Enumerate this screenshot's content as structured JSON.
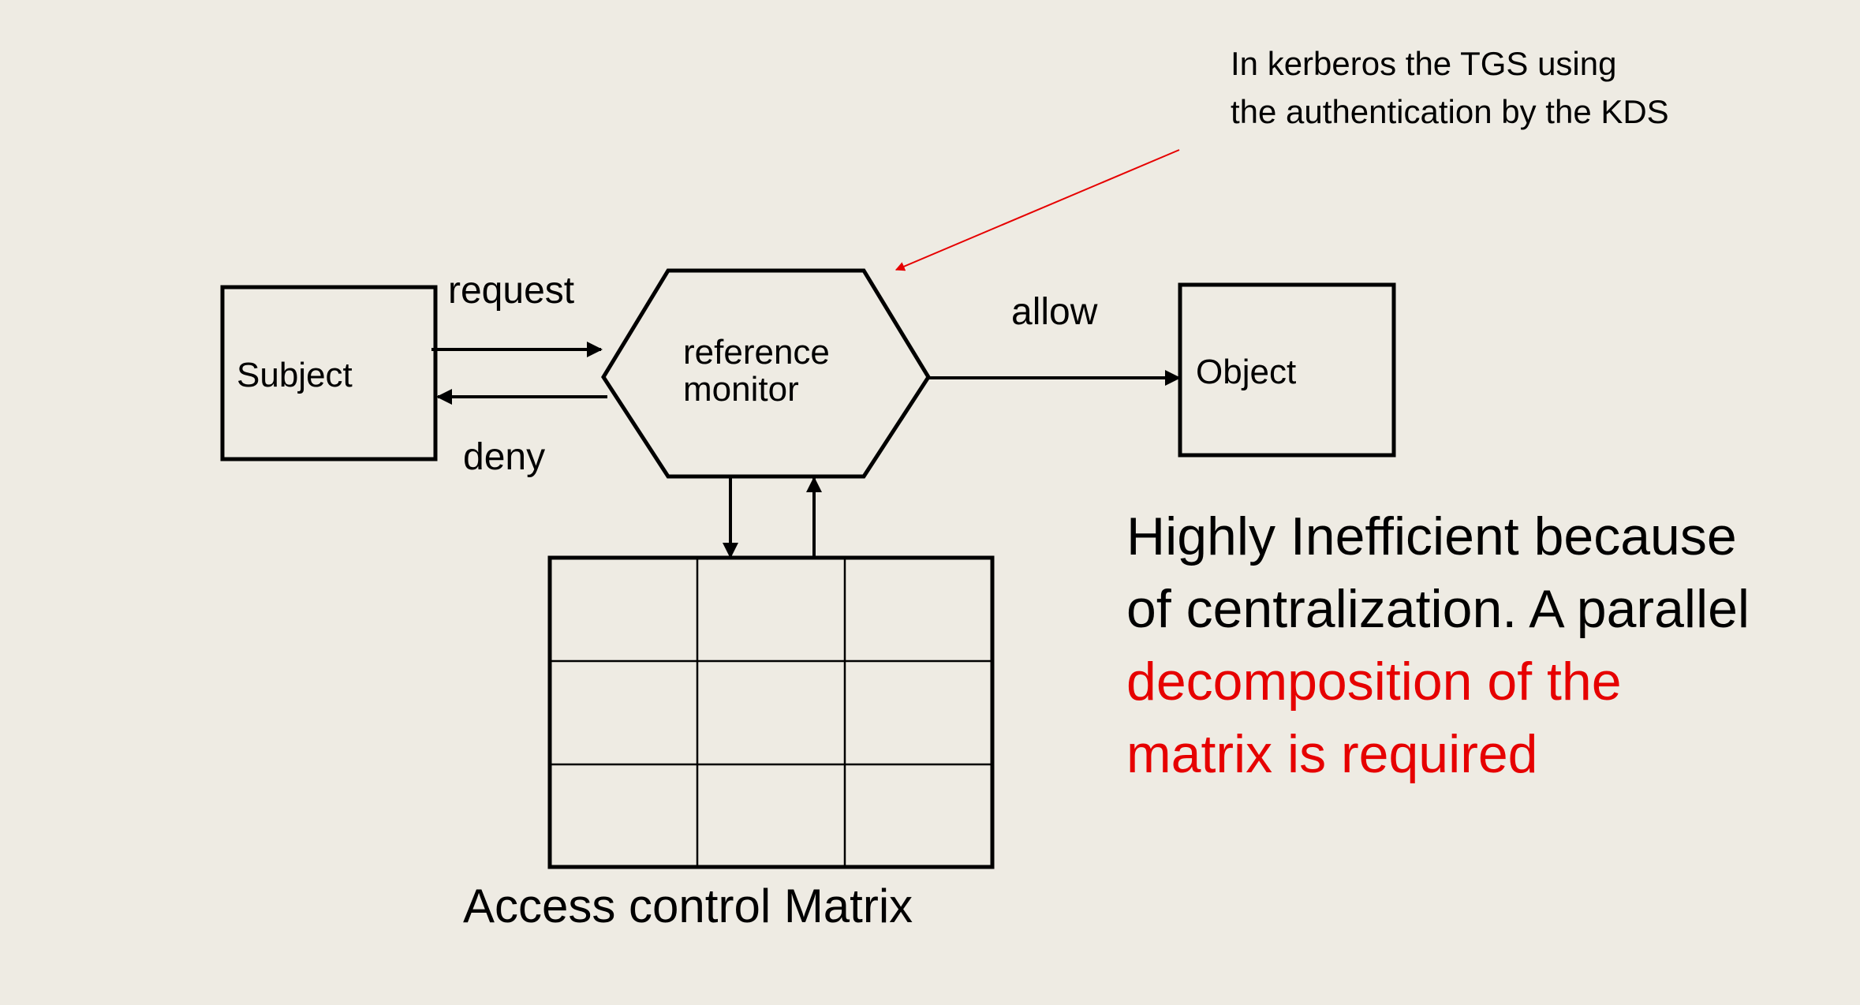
{
  "diagram": {
    "annotation": {
      "line1": "In kerberos the TGS using",
      "line2": "the authentication by the KDS"
    },
    "nodes": {
      "subject": "Subject",
      "reference_monitor": {
        "line1": "reference",
        "line2": "monitor"
      },
      "object": "Object",
      "matrix_caption": "Access control Matrix"
    },
    "edges": {
      "request": "request",
      "deny": "deny",
      "allow": "allow"
    },
    "note": {
      "line1": "Highly Inefficient because",
      "line2": "of centralization. A parallel",
      "line3": "decomposition of the",
      "line4": "matrix is required"
    },
    "colors": {
      "background": "#eeebe3",
      "stroke": "#000000",
      "accent_red": "#e60000"
    }
  }
}
